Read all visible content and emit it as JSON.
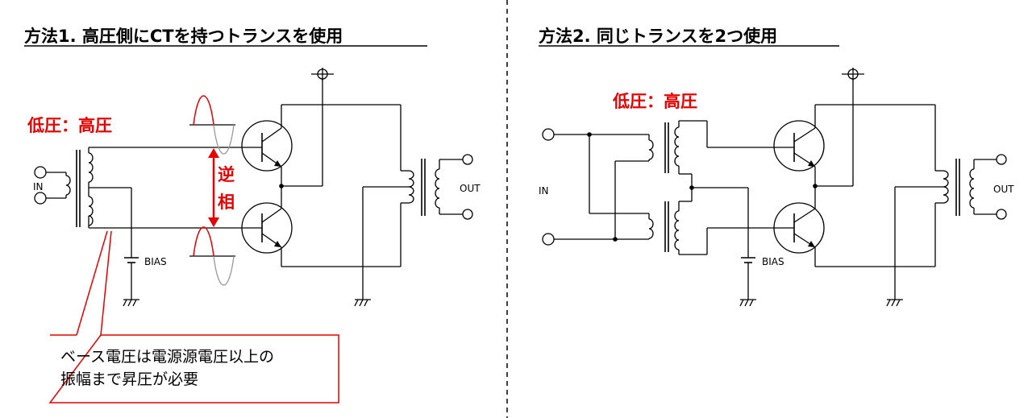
{
  "method1": {
    "title": "方法1. 高圧側にCTを持つトランスを使用",
    "ratio_label": "低圧：高圧",
    "reverse_phase_top": "逆",
    "reverse_phase_bottom": "相",
    "in_label": "IN",
    "out_label": "OUT",
    "bias_label": "BIAS",
    "callout_line1": "ベース電圧は電源源電圧以上の",
    "callout_line2": "振幅まで昇圧が必要"
  },
  "method2": {
    "title": "方法2. 同じトランスを2つ使用",
    "ratio_label": "低圧：高圧",
    "in_label": "IN",
    "out_label": "OUT",
    "bias_label": "BIAS"
  },
  "colors": {
    "accent_red": "#e60000",
    "wire": "#000000",
    "inverted_wave": "#9a9a9a",
    "divider": "#000000"
  }
}
